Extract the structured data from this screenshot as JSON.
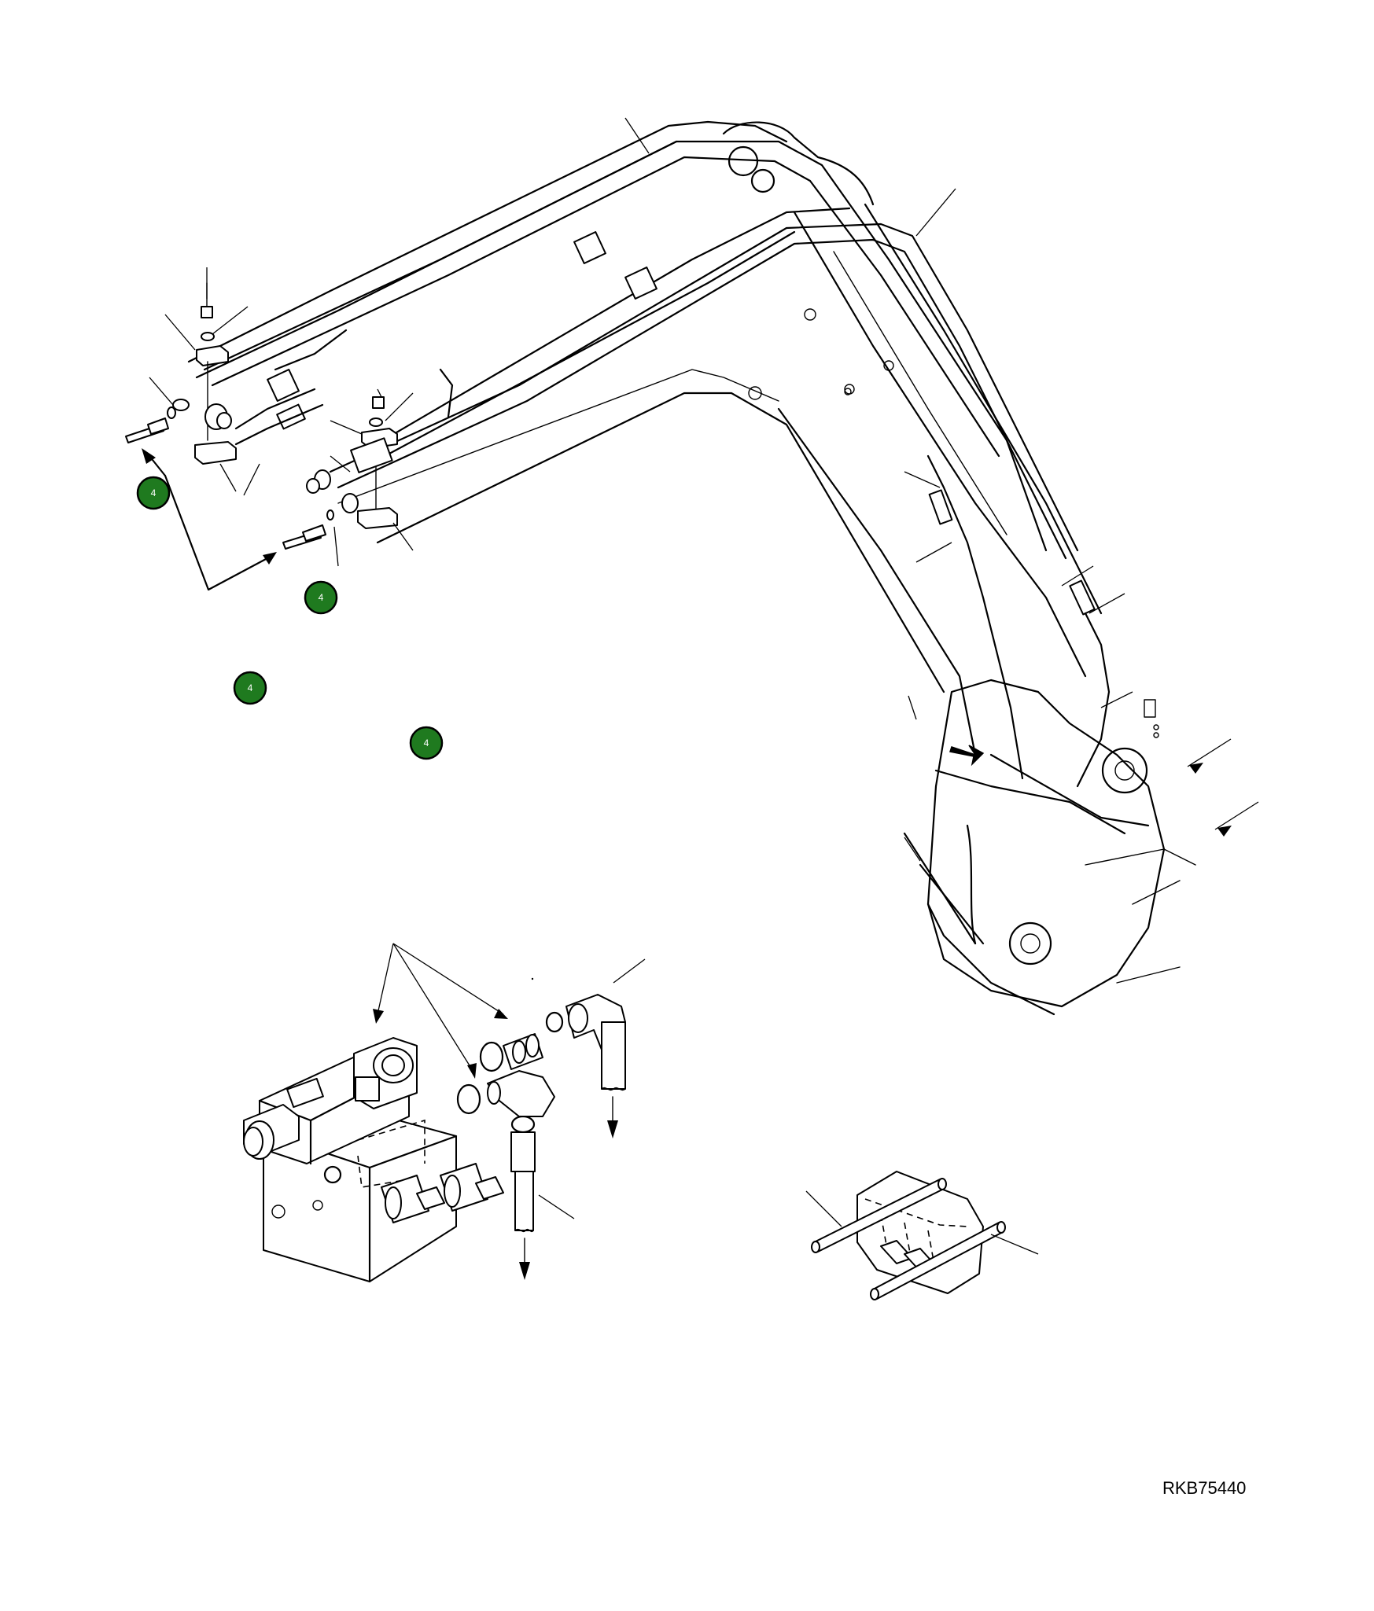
{
  "drawing": {
    "code": "RKB75440"
  },
  "badges": [
    {
      "id": "badge-1",
      "label": "4"
    },
    {
      "id": "badge-2",
      "label": "4"
    },
    {
      "id": "badge-3",
      "label": "4"
    },
    {
      "id": "badge-4",
      "label": "4"
    }
  ],
  "colors": {
    "badge_fill": "#1f7a1f",
    "line": "#000000",
    "background": "#ffffff"
  }
}
